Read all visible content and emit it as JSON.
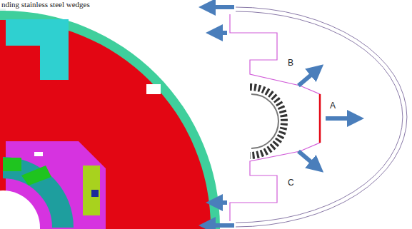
{
  "diagram": {
    "labels": [
      "nding stainless steel wedges",
      "A",
      "B",
      "C"
    ]
  }
}
